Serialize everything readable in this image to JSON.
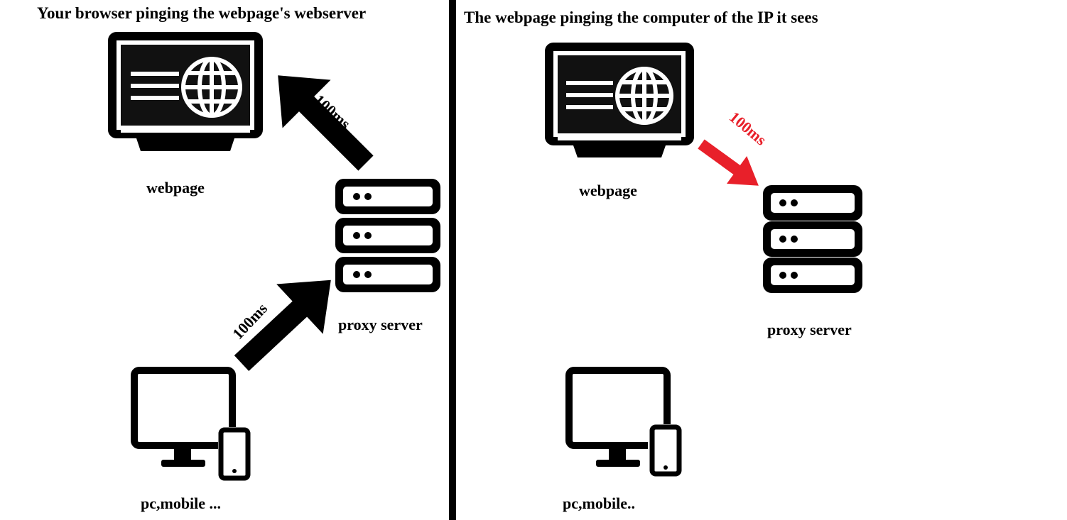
{
  "panels": {
    "left": {
      "title": "Your browser pinging the webpage's webserver",
      "webpage_label": "webpage",
      "proxy_label": "proxy server",
      "client_label": "pc,mobile ...",
      "arrow_upper_label": "100ms",
      "arrow_lower_label": "100ms"
    },
    "right": {
      "title": "The webpage pinging the computer of the IP it sees",
      "webpage_label": "webpage",
      "proxy_label": "proxy server",
      "client_label": "pc,mobile..",
      "arrow_label": "100ms"
    }
  },
  "colors": {
    "ink": "#000000",
    "highlight": "#e8202a",
    "background": "#ffffff"
  },
  "icons": [
    "webpage-monitor-icon",
    "proxy-server-icon",
    "pc-mobile-icon",
    "arrow-icon"
  ]
}
